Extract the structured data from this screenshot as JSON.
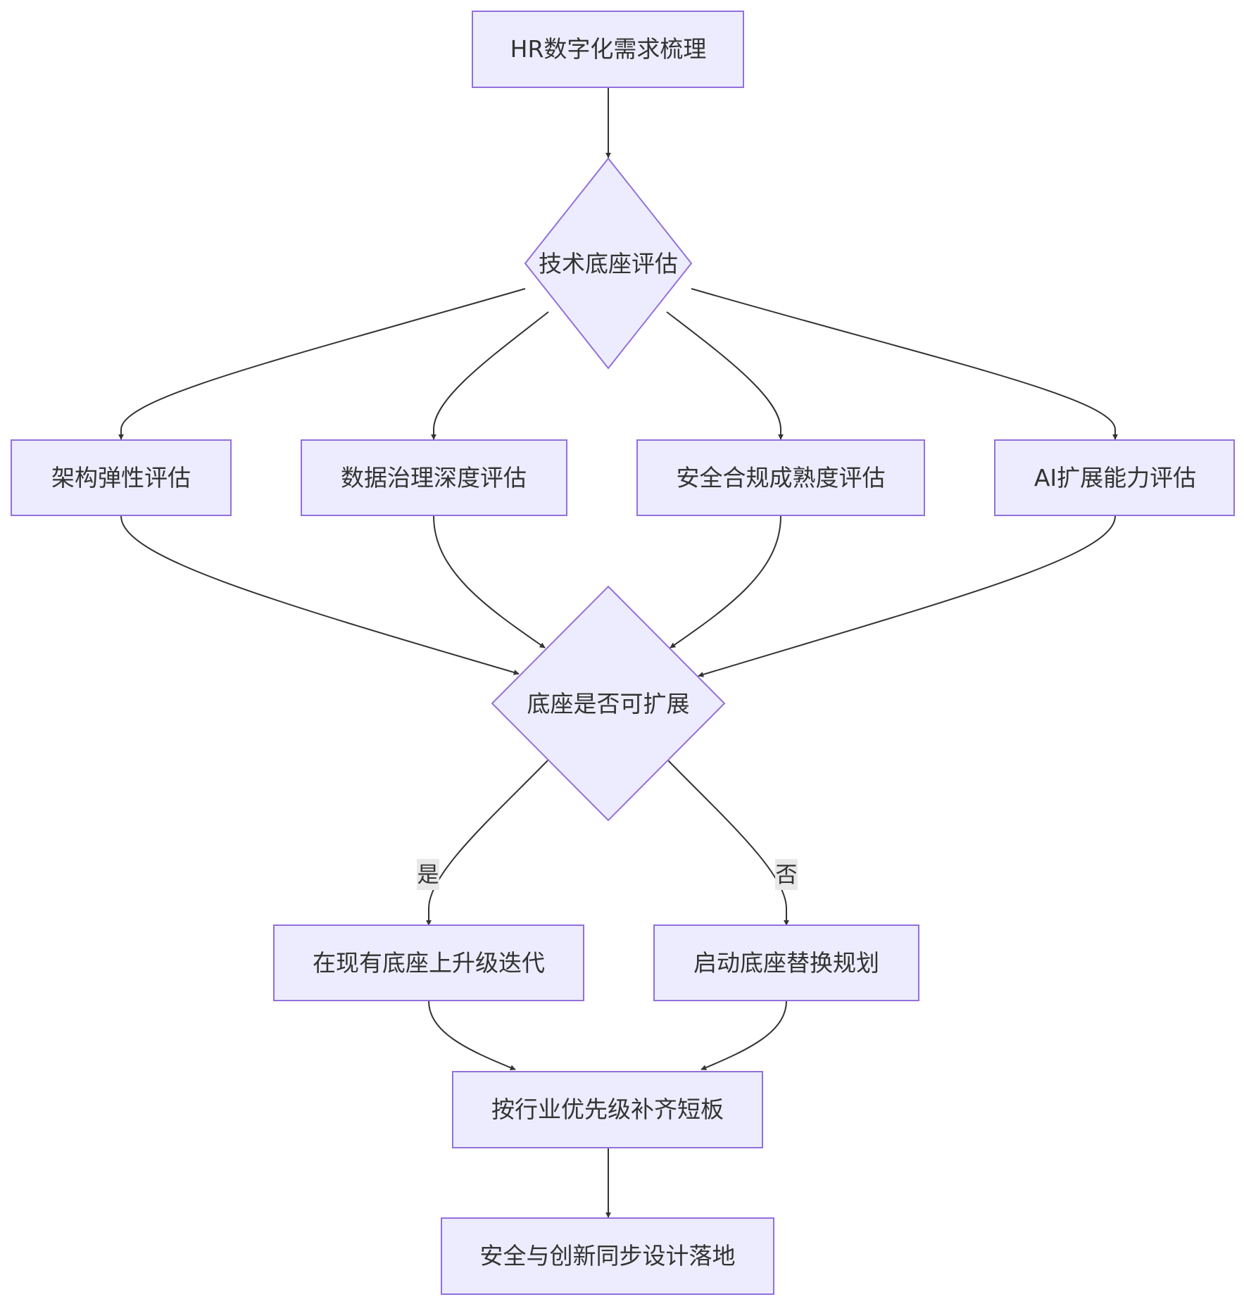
{
  "flowchart": {
    "nodes": {
      "start": "HR数字化需求梳理",
      "assess": "技术底座评估",
      "arch": "架构弹性评估",
      "data_gov": "数据治理深度评估",
      "security": "安全合规成熟度评估",
      "ai": "AI扩展能力评估",
      "decision": "底座是否可扩展",
      "upgrade": "在现有底座上升级迭代",
      "replace": "启动底座替换规划",
      "fill_gaps": "按行业优先级补齐短板",
      "land": "安全与创新同步设计落地"
    },
    "edge_labels": {
      "yes": "是",
      "no": "否"
    },
    "colors": {
      "node_fill": "#ececfe",
      "node_stroke": "#9370db",
      "edge": "#333333",
      "text": "#333333",
      "edge_label_bg": "#e8e8e8"
    }
  }
}
